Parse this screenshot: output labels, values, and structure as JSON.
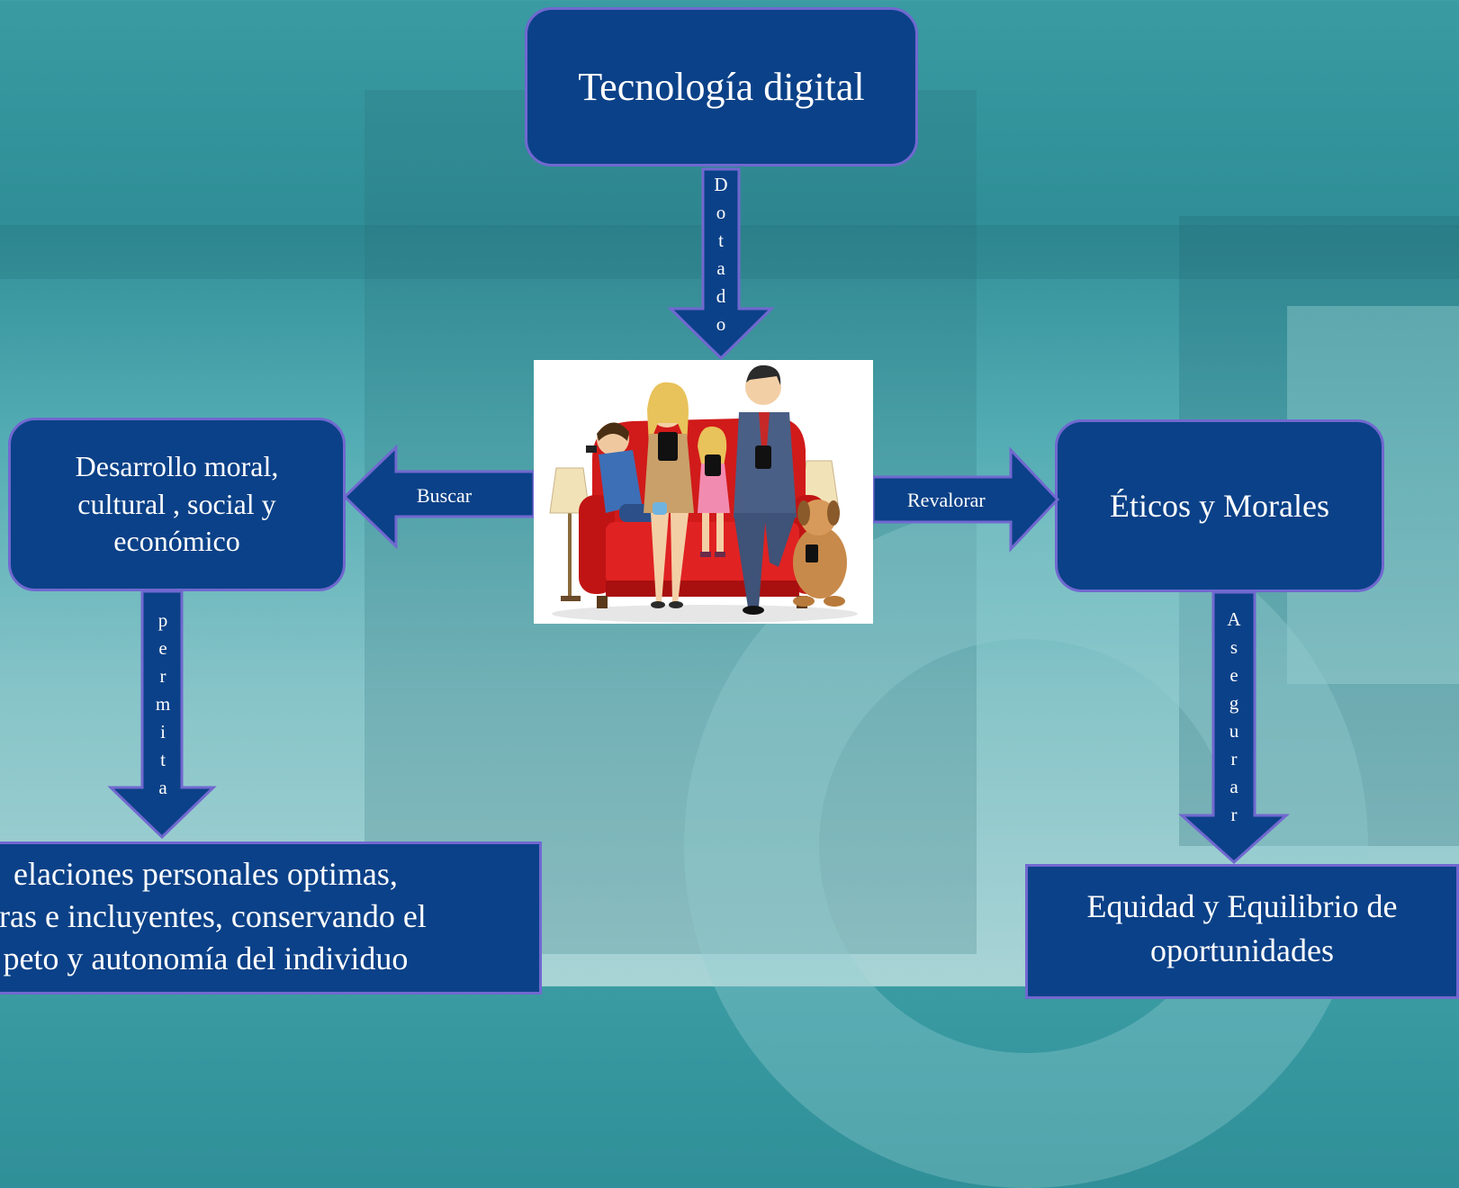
{
  "colors": {
    "box_fill": "#0b4188",
    "box_border": "#7168d0",
    "arrow_fill": "#0b4188",
    "text": "#ffffff"
  },
  "nodes": {
    "technology": "Tecnología digital",
    "development": [
      "Desarrollo moral,",
      "cultural , social y",
      "económico"
    ],
    "ethics": "Éticos y Morales",
    "relations": [
      "elaciones personales optimas,",
      "eras e incluyentes, conservando el",
      "peto y autonomía del individuo"
    ],
    "equity": [
      "Equidad y Equilibrio de",
      "oportunidades"
    ]
  },
  "edges": {
    "dotado": [
      "D",
      "o",
      "t",
      "a",
      "d",
      "o"
    ],
    "buscar": "Buscar",
    "revalorar": "Revalorar",
    "permita": [
      "p",
      "e",
      "r",
      "m",
      "i",
      "t",
      "a"
    ],
    "asegurar": [
      "A",
      "s",
      "e",
      "g",
      "u",
      "r",
      "a",
      "r"
    ]
  },
  "image": {
    "description_icon": "family-on-sofa-with-devices-illustration"
  }
}
